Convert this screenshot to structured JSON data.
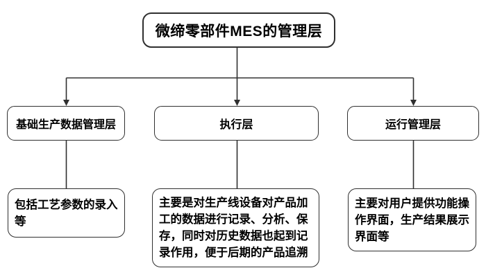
{
  "diagram": {
    "title": "微缔零部件MES的管理层",
    "layers": [
      {
        "label": "基础生产数据管理层",
        "description": "包括工艺参数的录入等"
      },
      {
        "label": "执行层",
        "description": "主要是对生产线设备对产品加工的数据进行记录、分析、保存，同时对历史数据也起到记录作用，便于后期的产品追溯"
      },
      {
        "label": "运行管理层",
        "description": "主要对用户提供功能操作界面，生产结果展示界面等"
      }
    ],
    "colors": {
      "line": "#2f2f2f",
      "text": "#000000",
      "background": "#ffffff",
      "box_fill": "#ffffff"
    }
  }
}
